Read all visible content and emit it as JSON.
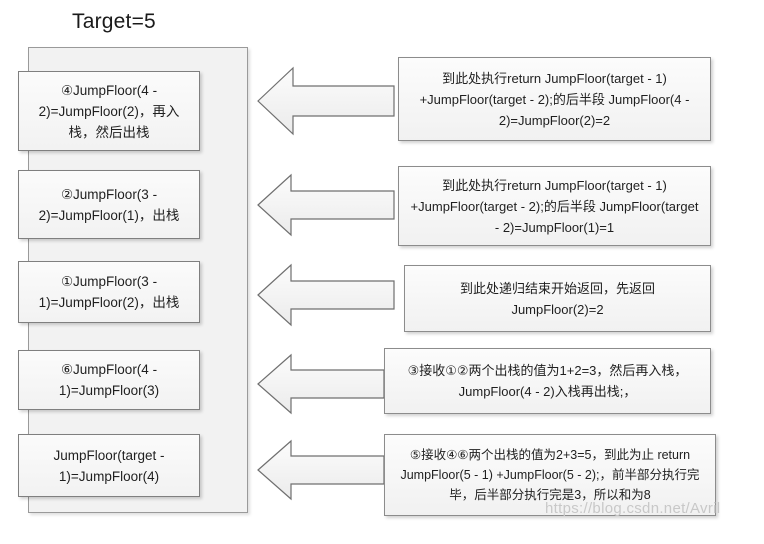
{
  "title": "Target=5",
  "watermark": "https://blog.csdn.net/Avril",
  "colors": {
    "box_border": "#7f7f7f",
    "box_fill": "#f6f6f6",
    "container_fill": "#f2f2f2",
    "arrow_fill": "#f1f1f1",
    "text": "#1f1f1f",
    "watermark": "#c8c8c8"
  },
  "stack": {
    "frames": [
      {
        "label": "④JumpFloor(4 - 2)=JumpFloor(2)，再入栈，然后出栈"
      },
      {
        "label": "②JumpFloor(3 - 2)=JumpFloor(1)，出栈"
      },
      {
        "label": "①JumpFloor(3 - 1)=JumpFloor(2)，出栈"
      },
      {
        "label": "⑥JumpFloor(4 - 1)=JumpFloor(3)"
      },
      {
        "label": "JumpFloor(target - 1)=JumpFloor(4)"
      }
    ]
  },
  "arrows": [
    {
      "name": "arrow-to-frame-1",
      "direction": "left"
    },
    {
      "name": "arrow-to-frame-2",
      "direction": "left"
    },
    {
      "name": "arrow-to-frame-3",
      "direction": "left"
    },
    {
      "name": "arrow-to-frame-4",
      "direction": "left"
    },
    {
      "name": "arrow-to-frame-5",
      "direction": "left"
    }
  ],
  "notes": [
    {
      "text": "到此处执行return JumpFloor(target - 1) +JumpFloor(target - 2);的后半段 JumpFloor(4 - 2)=JumpFloor(2)=2"
    },
    {
      "text": "到此处执行return JumpFloor(target - 1) +JumpFloor(target - 2);的后半段 JumpFloor(target - 2)=JumpFloor(1)=1"
    },
    {
      "text": "到此处递归结束开始返回，先返回 JumpFloor(2)=2"
    },
    {
      "text": "③接收①②两个出栈的值为1+2=3，然后再入栈，JumpFloor(4 - 2)入栈再出栈;，"
    },
    {
      "text": "⑤接收④⑥两个出栈的值为2+3=5，到此为止 return JumpFloor(5 - 1) +JumpFloor(5 - 2);，前半部分执行完毕，后半部分执行完是3，所以和为8"
    }
  ]
}
